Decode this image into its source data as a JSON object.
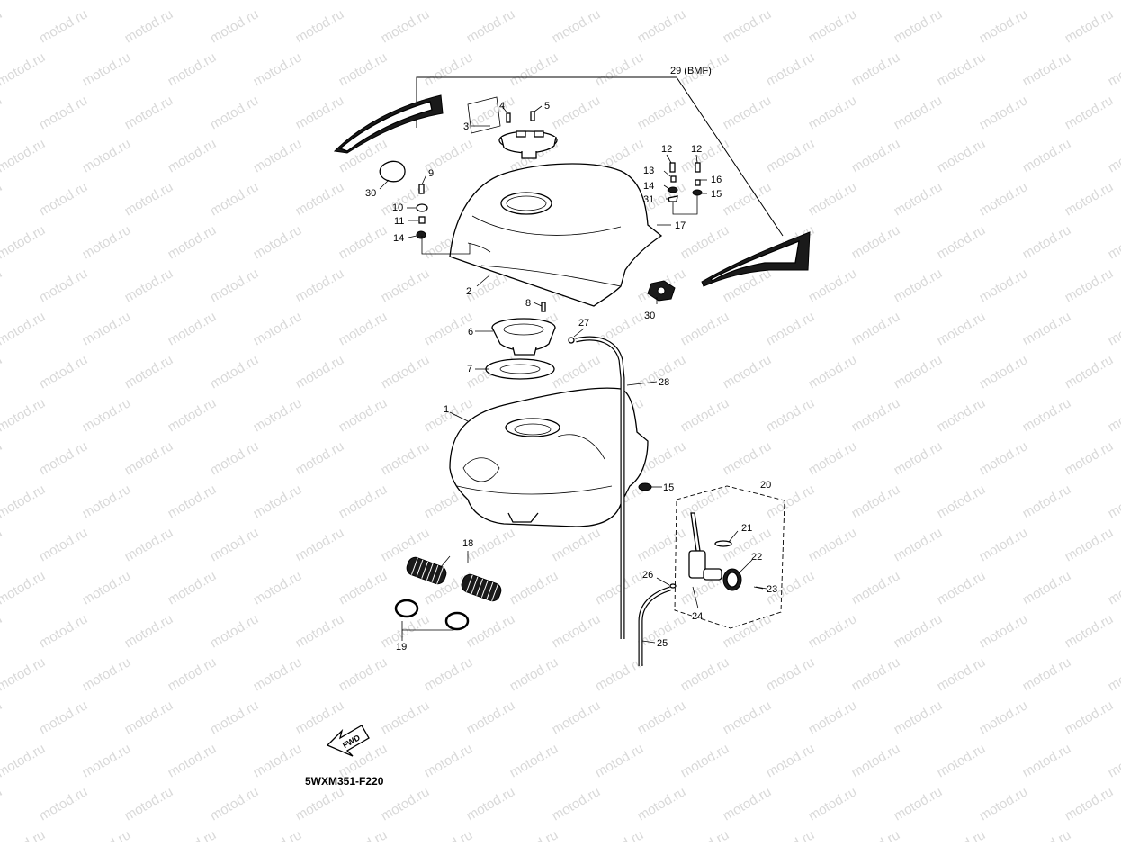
{
  "watermark": "motod.ru",
  "diagram_code": "5WXM351-F220",
  "fwd_label": "FWD",
  "callouts": {
    "c1": "1",
    "c2": "2",
    "c3": "3",
    "c4": "4",
    "c5": "5",
    "c6": "6",
    "c7": "7",
    "c8": "8",
    "c9": "9",
    "c10": "10",
    "c11": "11",
    "c12a": "12",
    "c12b": "12",
    "c13": "13",
    "c14a": "14",
    "c14b": "14",
    "c15a": "15",
    "c15b": "15",
    "c16": "16",
    "c17": "17",
    "c18": "18",
    "c19": "19",
    "c20": "20",
    "c21": "21",
    "c22": "22",
    "c23": "23",
    "c24": "24",
    "c25": "25",
    "c26": "26",
    "c27": "27",
    "c28": "28",
    "c29": "29 (BMF)",
    "c30a": "30",
    "c30b": "30",
    "c31": "31"
  }
}
